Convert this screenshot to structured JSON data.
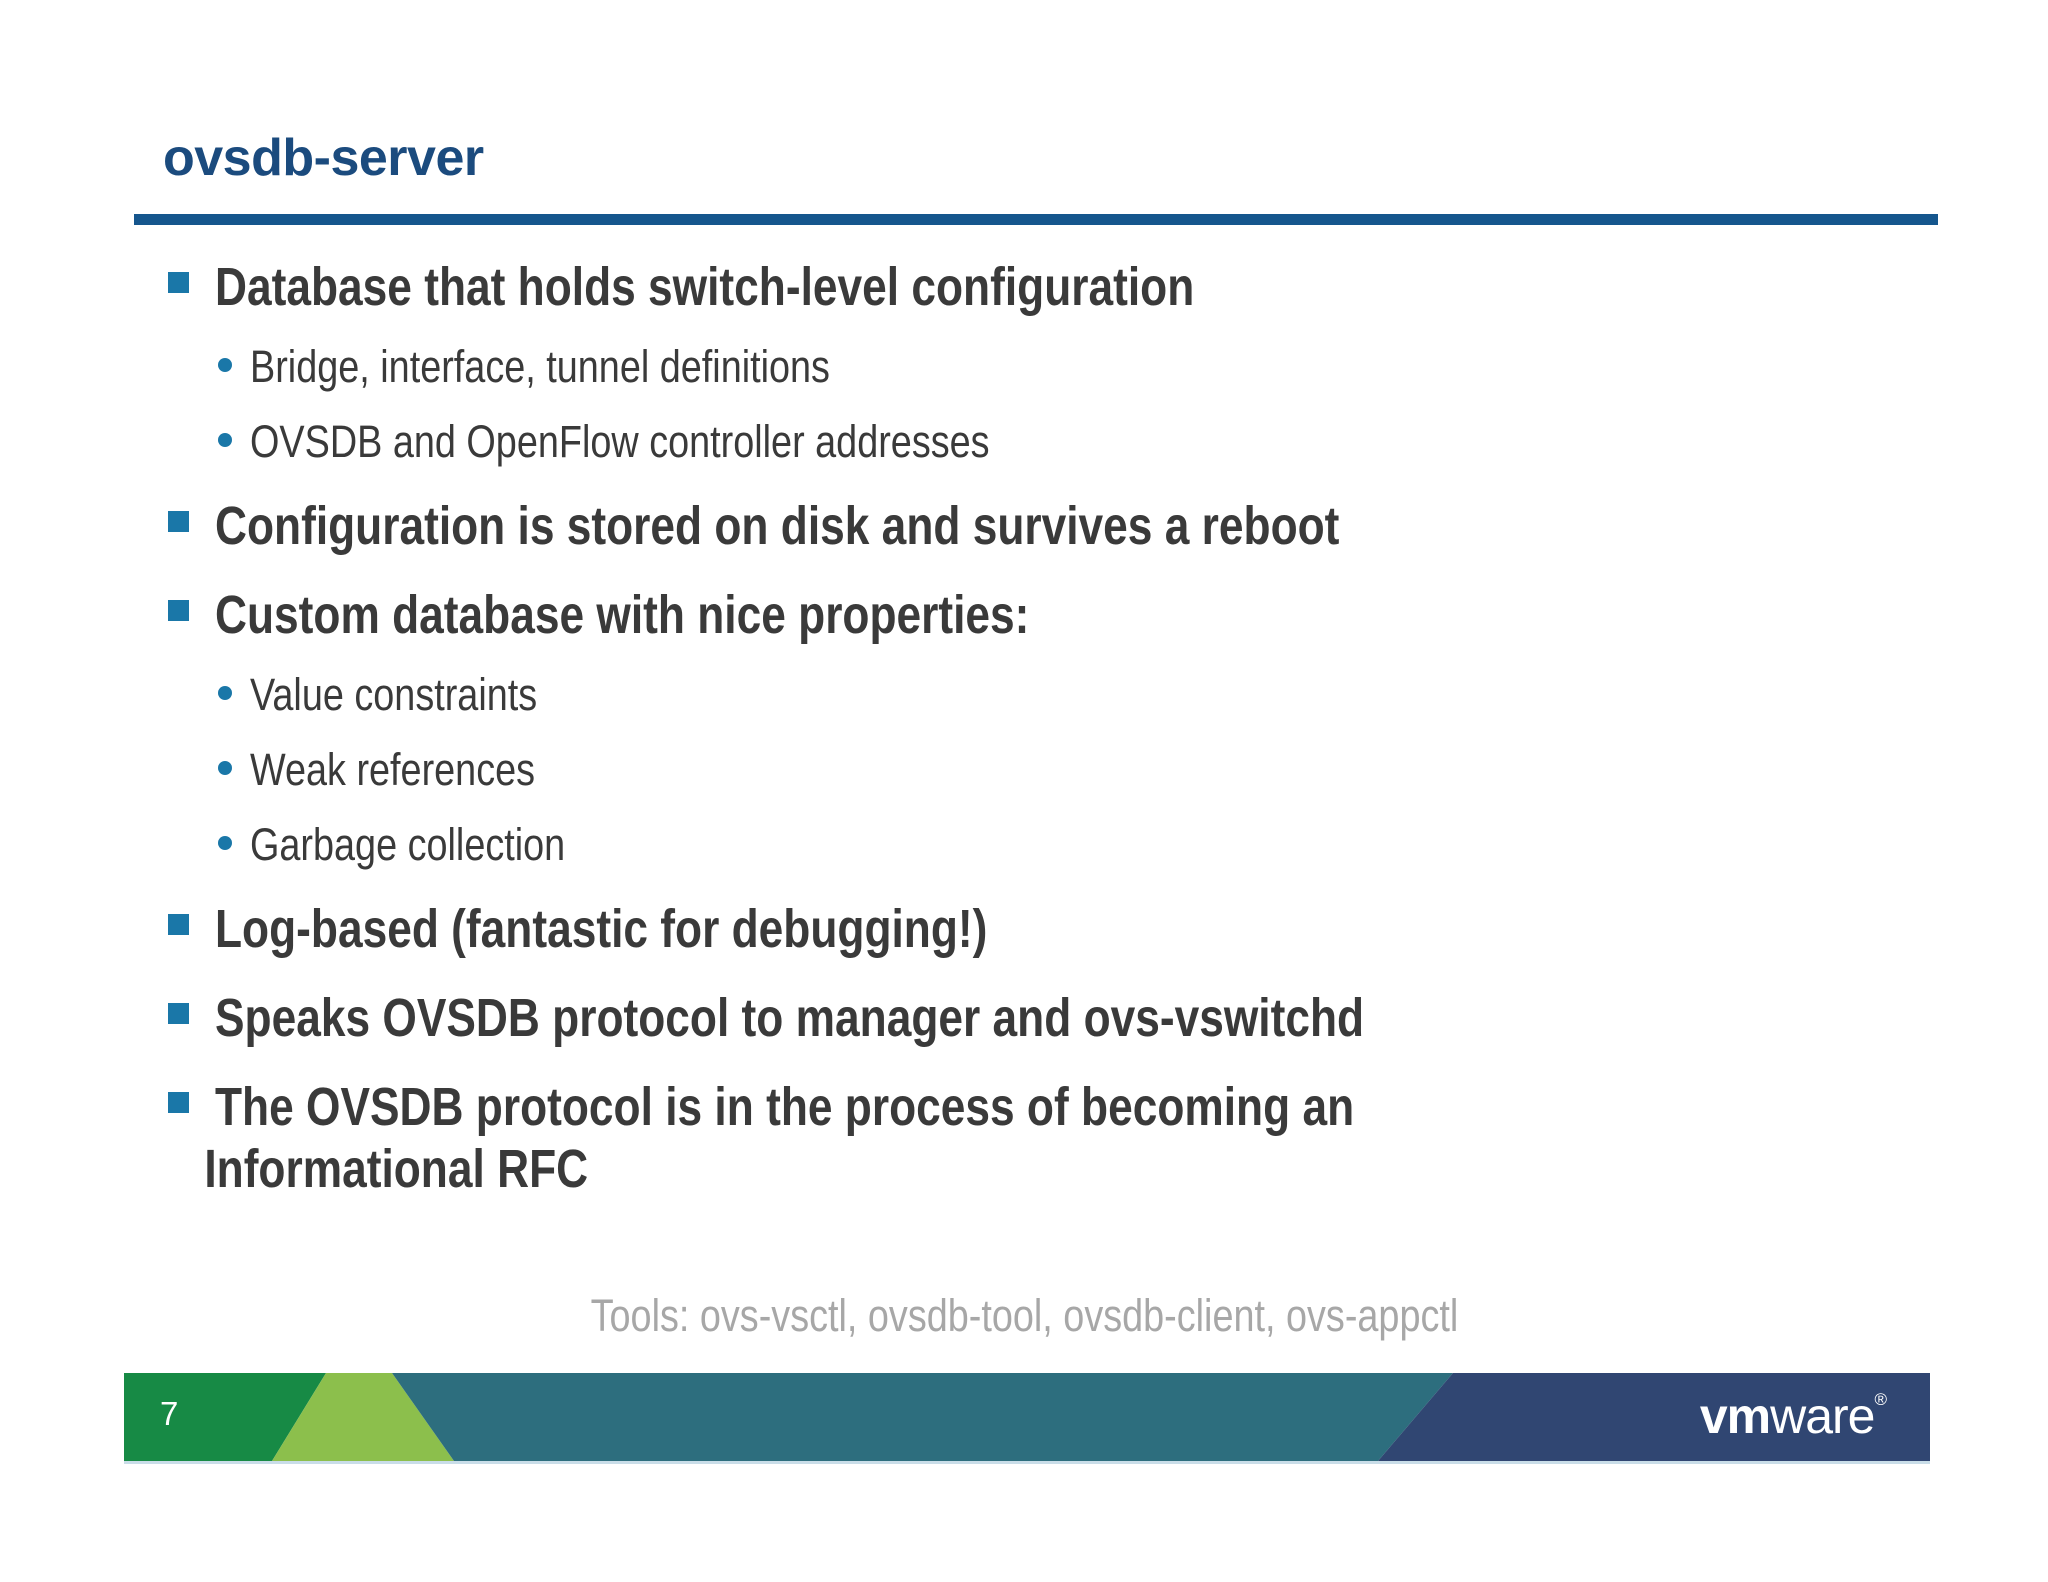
{
  "title": "ovsdb-server",
  "theme": {
    "title_color": "#1b4b7e",
    "rule_color": "#15568d",
    "bullet_color": "#1a77a8",
    "text_color": "#3a3a3a",
    "muted_color": "#a7a7a7",
    "footer_green": "#178a45",
    "footer_light_green": "#8cbf4c",
    "footer_teal": "#2d6e7e",
    "footer_navy": "#304672",
    "footer_text": "#ffffff",
    "page_bg": "#ffffff"
  },
  "bullets": [
    {
      "level": 1,
      "text": "Database that holds switch-level configuration"
    },
    {
      "level": 2,
      "text": "Bridge, interface, tunnel definitions"
    },
    {
      "level": 2,
      "text": "OVSDB and OpenFlow controller addresses"
    },
    {
      "level": 1,
      "text": "Configuration is stored on disk and survives a reboot"
    },
    {
      "level": 1,
      "text": "Custom database with nice properties:"
    },
    {
      "level": 2,
      "text": "Value constraints"
    },
    {
      "level": 2,
      "text": "Weak references"
    },
    {
      "level": 2,
      "text": "Garbage collection"
    },
    {
      "level": 1,
      "text": "Log-based (fantastic for debugging!)"
    },
    {
      "level": 1,
      "text": "Speaks OVSDB protocol to manager and ovs-vswitchd"
    },
    {
      "level": 1,
      "text": "The OVSDB protocol is in the process of becoming an",
      "text2": "Informational RFC"
    }
  ],
  "tools_note": "Tools: ovs-vsctl, ovsdb-tool, ovsdb-client, ovs-appctl",
  "footer": {
    "page_number": "7",
    "logo": {
      "vm": "vm",
      "ware": "ware",
      "reg": "®"
    }
  }
}
